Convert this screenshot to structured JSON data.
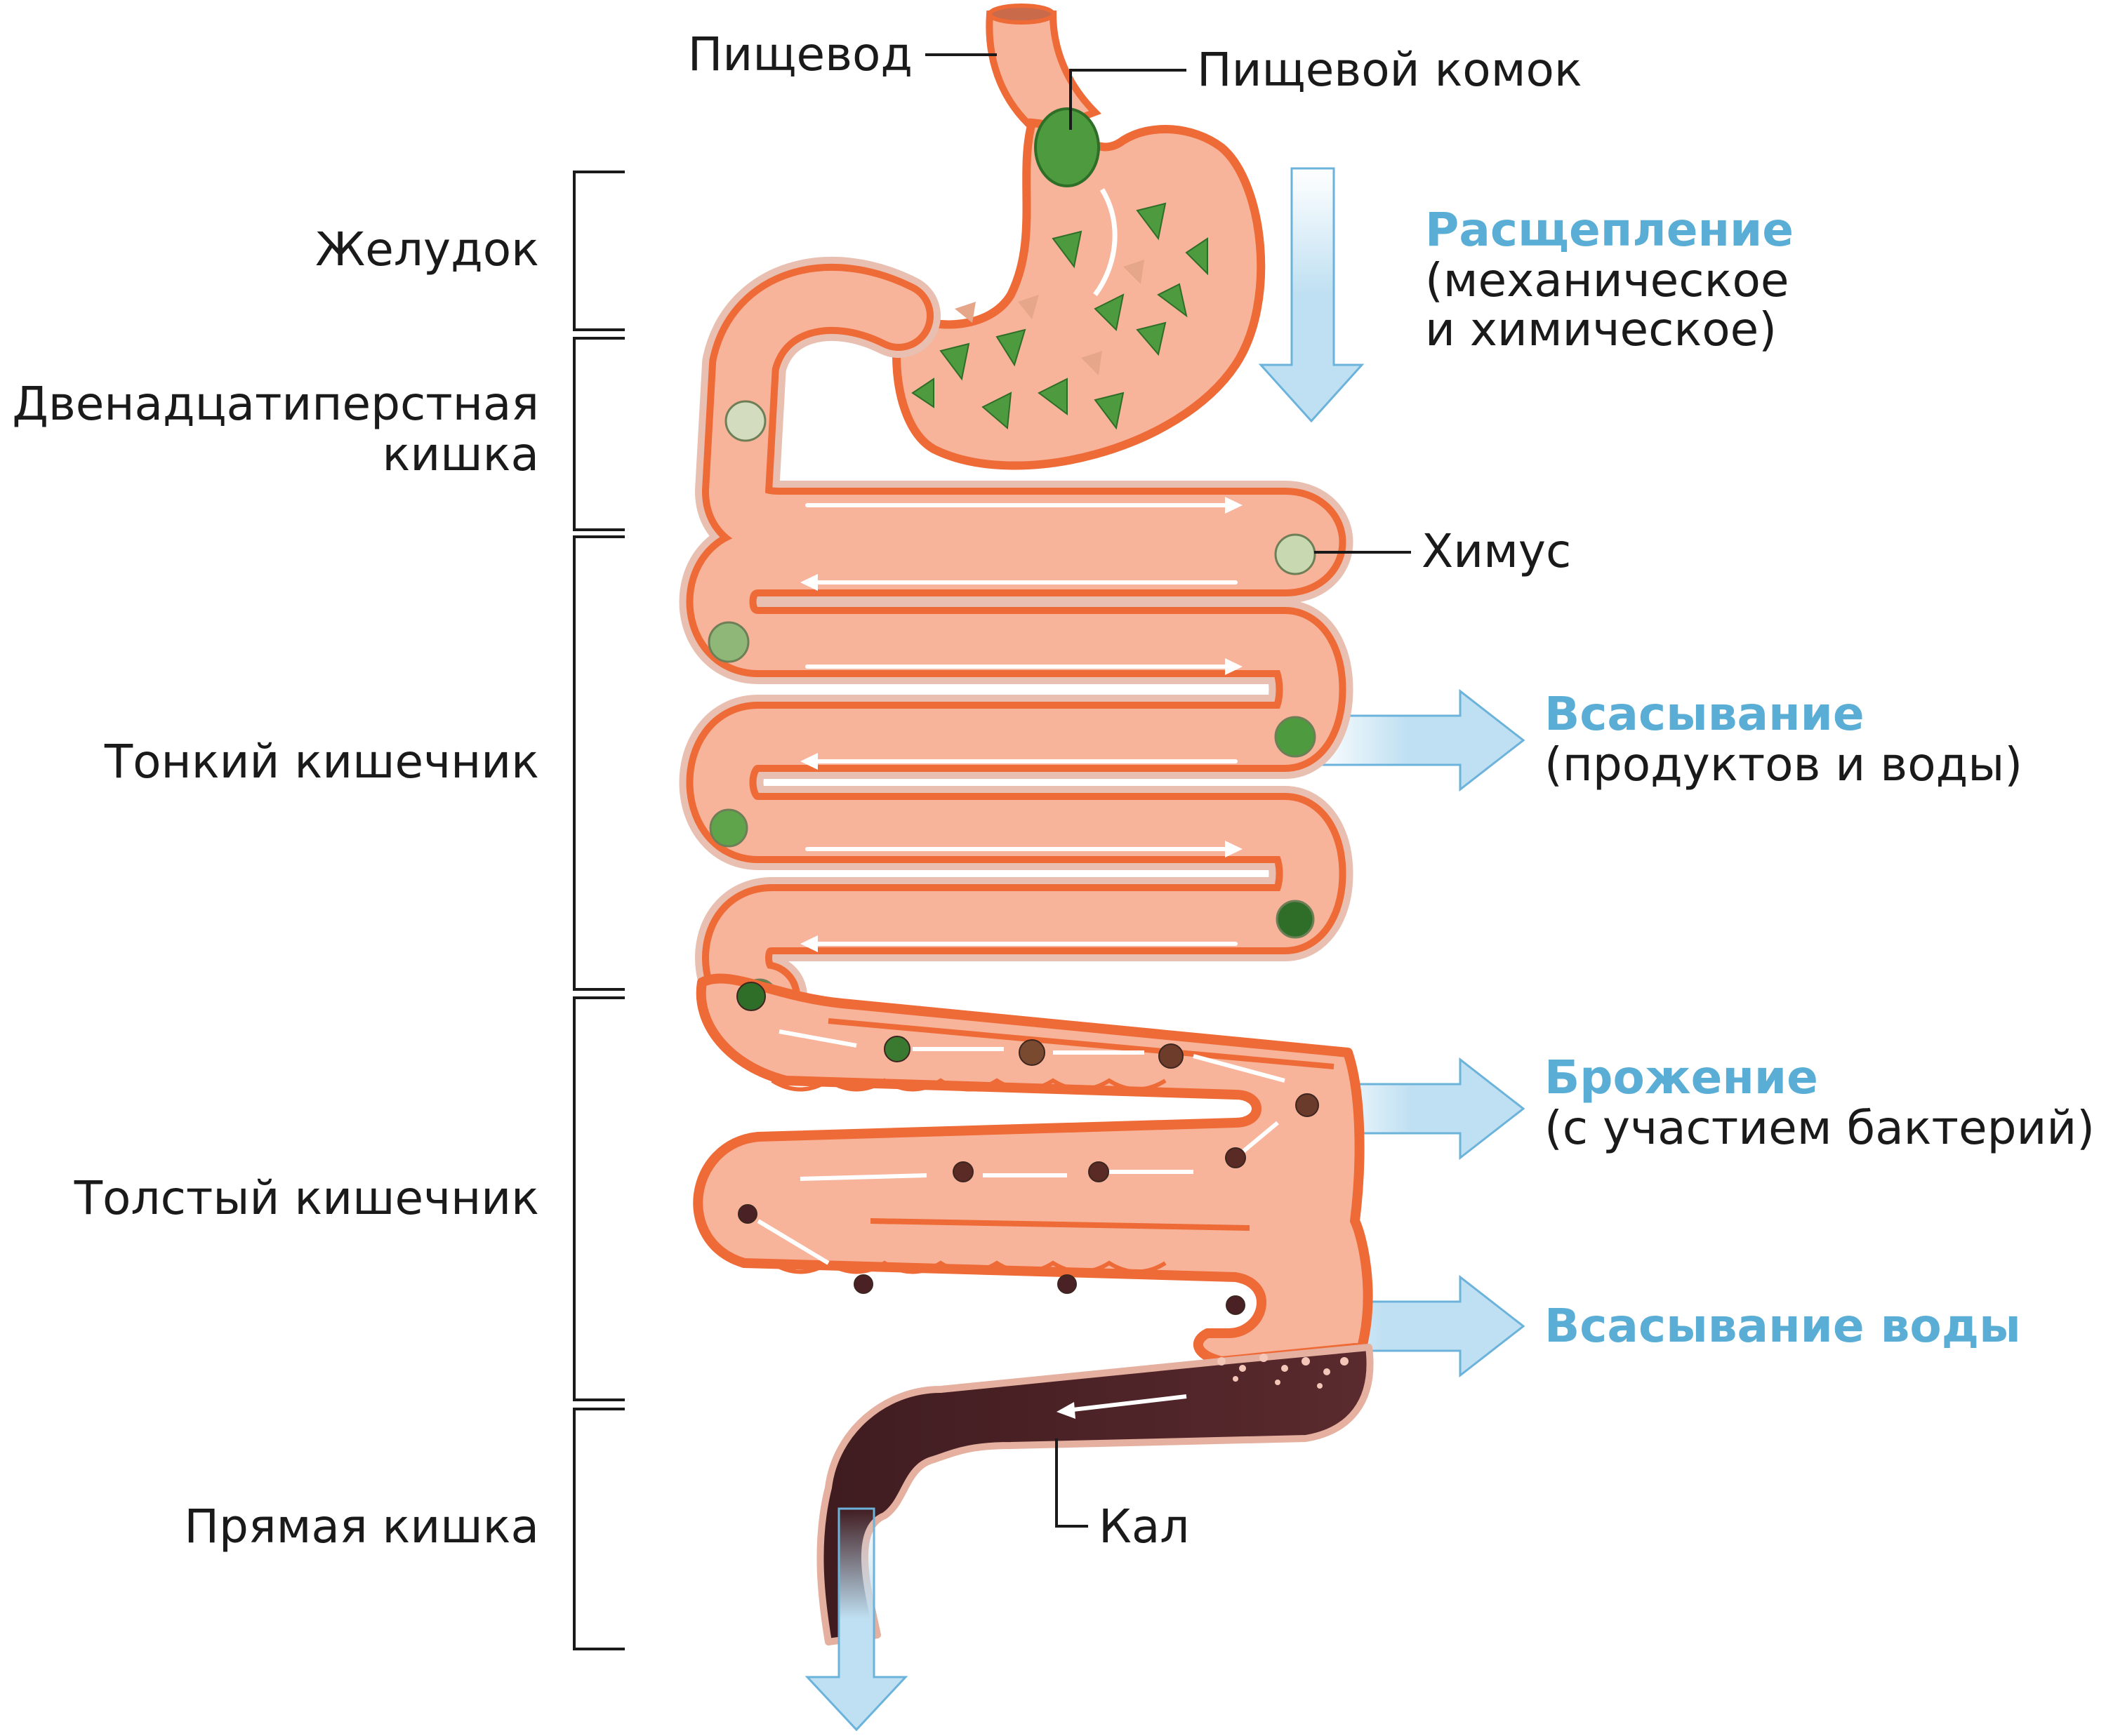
{
  "colors": {
    "tissue_fill": "#f7b49a",
    "tissue_wall": "#ee6a36",
    "outline": "#d9a090",
    "accent_blue": "#5aaed6",
    "arrow_fill": "#bfe0f2",
    "arrow_stroke": "#6cb3dc",
    "food_green": "#4e9a3e",
    "chyme": "#c8d8b0",
    "stool": "#4a2226"
  },
  "labels": {
    "esophagus": "Пищевод",
    "bolus": "Пищевой комок",
    "chyme": "Химус",
    "feces": "Кал"
  },
  "sections": [
    {
      "id": "stomach",
      "lines": [
        "Желудок"
      ]
    },
    {
      "id": "duodenum",
      "lines": [
        "Двенадцатиперстная",
        "кишка"
      ]
    },
    {
      "id": "small-intestine",
      "lines": [
        "Тонкий кишечник"
      ]
    },
    {
      "id": "large-intestine",
      "lines": [
        "Толстый кишечник"
      ]
    },
    {
      "id": "rectum",
      "lines": [
        "Прямая кишка"
      ]
    }
  ],
  "processes": {
    "breakdown": {
      "title": "Расщепление",
      "lines": [
        "(механическое",
        "и химическое)"
      ]
    },
    "absorption": {
      "title": "Всасывание",
      "lines": [
        "(продуктов и воды)"
      ]
    },
    "fermentation": {
      "title": "Брожение",
      "lines": [
        "(с участием бактерий)"
      ]
    },
    "water_absorption": {
      "title": "Всасывание воды",
      "lines": []
    }
  }
}
